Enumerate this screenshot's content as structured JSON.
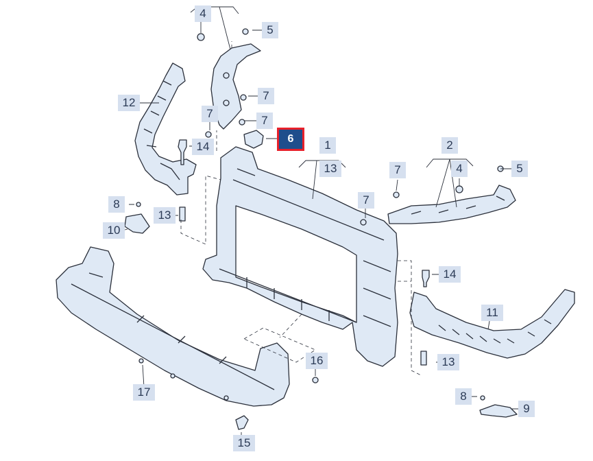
{
  "colors": {
    "part_fill": "#dfe9f5",
    "part_stroke": "#2a2f3a",
    "callout_bg": "#d6e0ef",
    "callout_text": "#2b3a55",
    "highlight_bg": "#1f4e8c",
    "highlight_border": "#e8202a"
  },
  "callouts": [
    {
      "id": "c4a",
      "text": "4"
    },
    {
      "id": "c5a",
      "text": "5"
    },
    {
      "id": "c12",
      "text": "12"
    },
    {
      "id": "c7a",
      "text": "7"
    },
    {
      "id": "c7b",
      "text": "7"
    },
    {
      "id": "c7c",
      "text": "7"
    },
    {
      "id": "c6",
      "text": "6"
    },
    {
      "id": "c14a",
      "text": "14"
    },
    {
      "id": "c1",
      "text": "1"
    },
    {
      "id": "c13a",
      "text": "13"
    },
    {
      "id": "c2",
      "text": "2"
    },
    {
      "id": "c7d",
      "text": "7"
    },
    {
      "id": "c4b",
      "text": "4"
    },
    {
      "id": "c5b",
      "text": "5"
    },
    {
      "id": "c8a",
      "text": "8"
    },
    {
      "id": "c13b",
      "text": "13"
    },
    {
      "id": "c10",
      "text": "10"
    },
    {
      "id": "c7e",
      "text": "7"
    },
    {
      "id": "c14b",
      "text": "14"
    },
    {
      "id": "c11",
      "text": "11"
    },
    {
      "id": "c16",
      "text": "16"
    },
    {
      "id": "c13c",
      "text": "13"
    },
    {
      "id": "c17",
      "text": "17"
    },
    {
      "id": "c8b",
      "text": "8"
    },
    {
      "id": "c9",
      "text": "9"
    },
    {
      "id": "c15",
      "text": "15"
    }
  ]
}
